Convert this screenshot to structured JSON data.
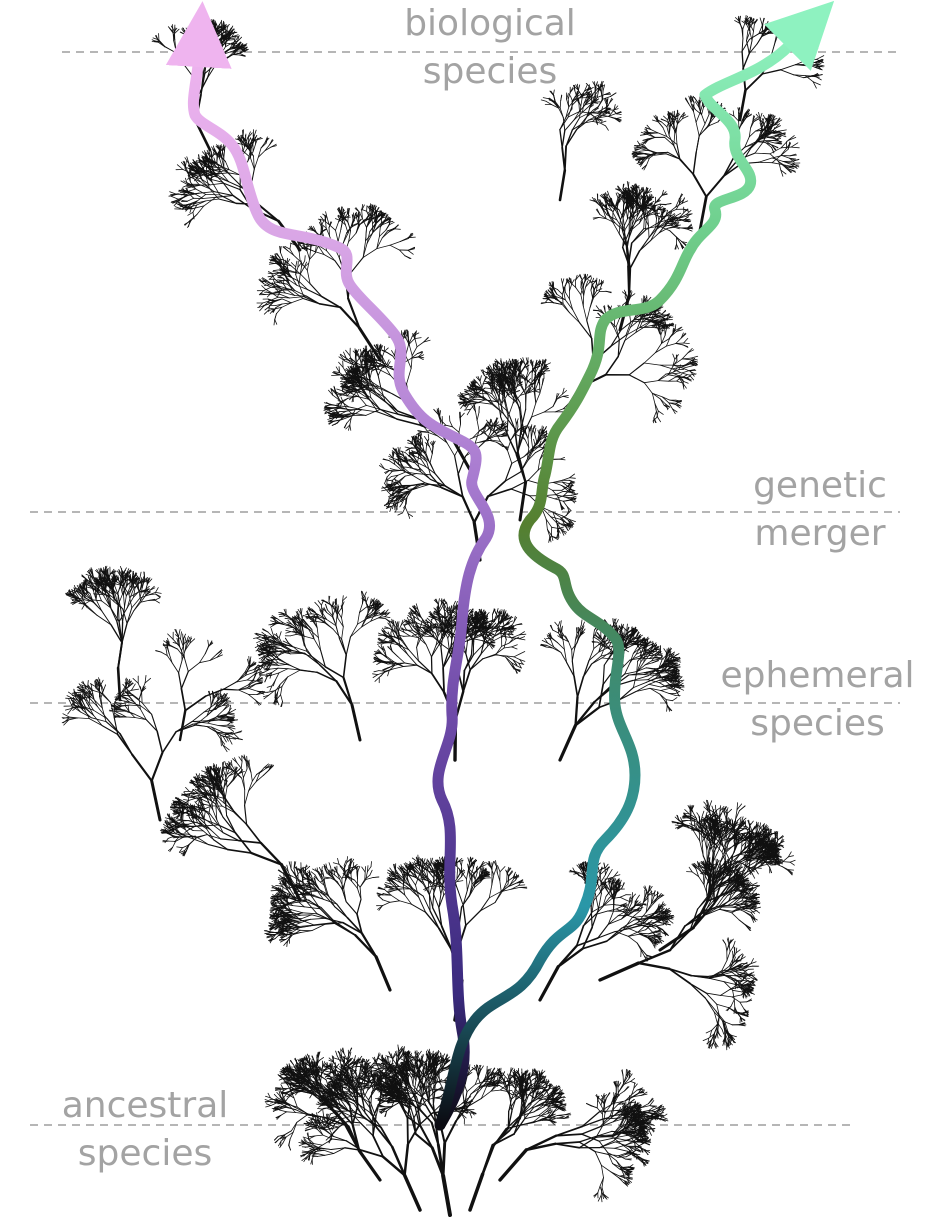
{
  "labels": {
    "biological": {
      "line1": "biological",
      "line2": "species"
    },
    "genetic": {
      "line1": "genetic",
      "line2": "merger"
    },
    "ephemeral": {
      "line1": "ephemeral",
      "line2": "species"
    },
    "ancestral": {
      "line1": "ancestral",
      "line2": "species"
    }
  },
  "colors": {
    "text": "#a3a3a3",
    "dashed_line": "#9e9e9e",
    "tree": "#111111",
    "lineage_left": [
      "#0b0b12",
      "#3a2a7e",
      "#6e4aa8",
      "#a87bd0",
      "#d9a6e6",
      "#efb4ef"
    ],
    "lineage_right": [
      "#0b0b12",
      "#2a97a8",
      "#3f8b6f",
      "#557f2f",
      "#6fcf8d",
      "#8ef2c0"
    ]
  }
}
